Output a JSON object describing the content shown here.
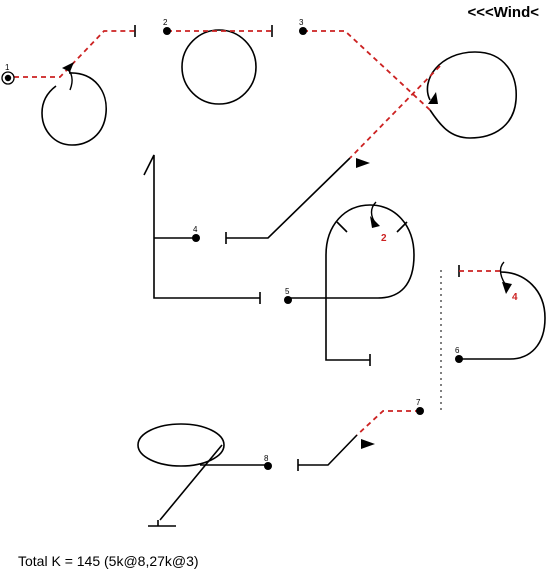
{
  "header": {
    "wind_label": "<<<Wind<"
  },
  "footer": {
    "total_label": "Total K = 145 (5k@8,27k@3)"
  },
  "nodes": [
    {
      "id": "1",
      "label": "1",
      "kind": "start"
    },
    {
      "id": "2",
      "label": "2"
    },
    {
      "id": "3",
      "label": "3"
    },
    {
      "id": "4",
      "label": "4"
    },
    {
      "id": "5",
      "label": "5"
    },
    {
      "id": "6",
      "label": "6"
    },
    {
      "id": "7",
      "label": "7"
    },
    {
      "id": "8",
      "label": "8"
    }
  ],
  "k_markers": [
    {
      "id": "k2",
      "label": "2"
    },
    {
      "id": "k4",
      "label": "4"
    }
  ],
  "colors": {
    "line": "#000000",
    "wind_path": "#cc2222",
    "k_label": "#cc2222"
  }
}
